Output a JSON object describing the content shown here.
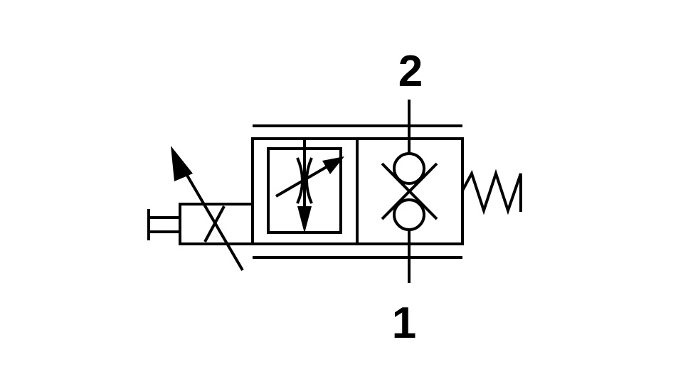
{
  "diagram": {
    "type": "hydraulic-valve-symbol",
    "colors": {
      "line": "#000000",
      "background": "#ffffff"
    },
    "ports": {
      "top_label": "2",
      "bottom_label": "1"
    },
    "icons": {
      "adjustment": "adjustable-arrow-icon",
      "throttle": "adjustable-throttle-icon",
      "check_valves": "double-check-valve-icon",
      "spring": "spring-icon",
      "manual_operator": "plunger-icon"
    }
  }
}
